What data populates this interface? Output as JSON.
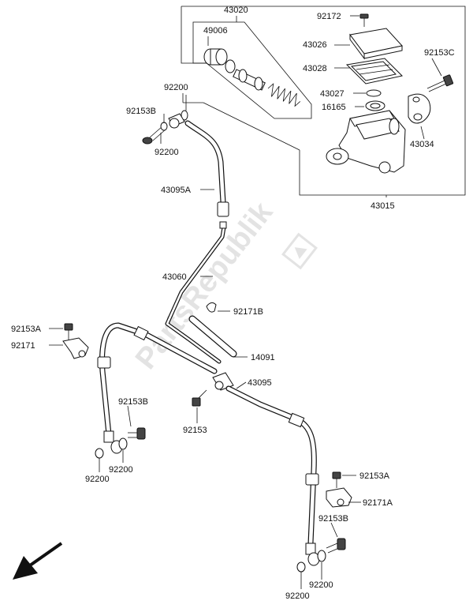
{
  "watermark": "PartsRepublik",
  "labels": {
    "p43020": "43020",
    "p92172": "92172",
    "p49006": "49006",
    "p43026": "43026",
    "p92153c": "92153C",
    "p43028": "43028",
    "p92200_top": "92200",
    "p43027": "43027",
    "p16165": "16165",
    "p92153b_top": "92153B",
    "p92200_top2": "92200",
    "p43034": "43034",
    "p43095a": "43095A",
    "p43015": "43015",
    "p43060": "43060",
    "p92171b": "92171B",
    "p92153a_left": "92153A",
    "p92171": "92171",
    "p14091": "14091",
    "p43095": "43095",
    "p92153b_left": "92153B",
    "p92153": "92153",
    "p92200_left1": "92200",
    "p92200_left2": "92200",
    "p92153a_right": "92153A",
    "p92171a": "92171A",
    "p92153b_right": "92153B",
    "p92200_bot1": "92200",
    "p92200_bot2": "92200"
  }
}
